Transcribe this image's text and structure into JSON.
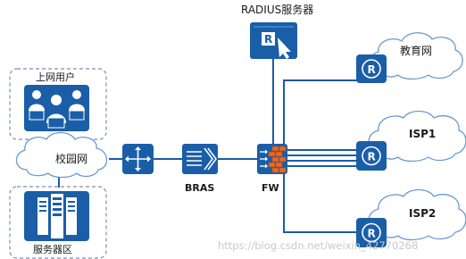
{
  "labels": {
    "radius_server": "RADIUS服务器",
    "edu_network": "教育网",
    "isp1": "ISP1",
    "isp2": "ISP2",
    "internet_users": "上网用户",
    "campus_network": "校园网",
    "server_zone": "服务器区",
    "bras": "BRAS",
    "fw": "FW"
  },
  "watermark": "https://blog.csdn.net/weixin_42770268",
  "colors": {
    "device_blue": "#1a5ea8",
    "link_blue": "#1d5aa6",
    "cloud_border": "#6a9bd0",
    "zone_border": "#7a8fb5",
    "firewall_orange": "#e26a2c"
  },
  "icons": {
    "radius": "radius-server-icon",
    "router": "router-icon",
    "switch": "core-switch-icon",
    "bras": "bras-icon",
    "firewall": "firewall-icon",
    "users": "users-icon",
    "servers": "server-rack-icon"
  }
}
